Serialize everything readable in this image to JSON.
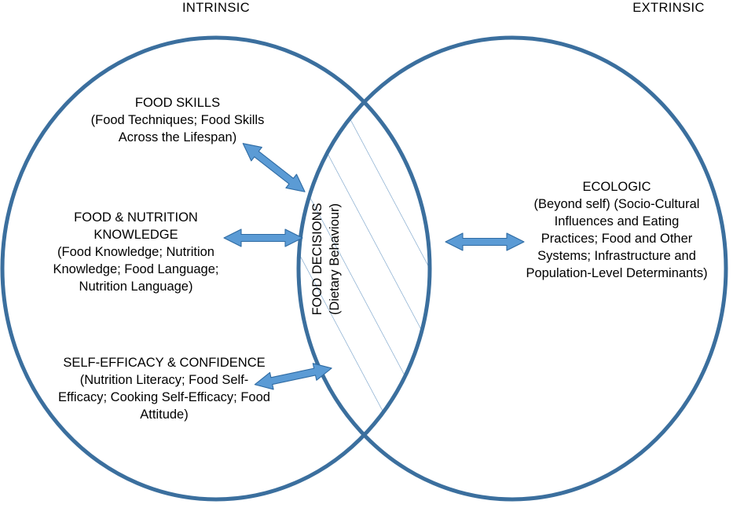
{
  "headers": {
    "left": "INTRINSIC",
    "right": "EXTRINSIC"
  },
  "colors": {
    "circle_stroke": "#3b6f9e",
    "hatch": "#6e9bc5",
    "arrow_fill": "#5b9bd5",
    "arrow_stroke": "#2f6ba3",
    "background": "#ffffff",
    "text": "#000000"
  },
  "left_circle": {
    "blocks": [
      {
        "title": "FOOD SKILLS",
        "detail": "(Food Techniques; Food Skills Across the Lifespan)"
      },
      {
        "title": "FOOD & NUTRITION KNOWLEDGE",
        "detail": "(Food Knowledge; Nutrition Knowledge; Food Language; Nutrition Language)"
      },
      {
        "title": "SELF-EFFICACY & CONFIDENCE",
        "detail": "(Nutrition Literacy; Food Self-Efficacy; Cooking Self-Efficacy; Food Attitude)"
      }
    ]
  },
  "right_circle": {
    "blocks": [
      {
        "title": "ECOLOGIC",
        "detail": "(Beyond self) (Socio-Cultural Influences and Eating Practices; Food and Other Systems; Infrastructure and Population-Level Determinants)"
      }
    ]
  },
  "intersection": {
    "title": "FOOD DECISIONS",
    "detail": "(Dietary Behaviour)",
    "fill_pattern": "diagonal-hatch"
  },
  "arrows": [
    {
      "name": "arrow-food-skills",
      "direction": "double",
      "angle_deg": 38
    },
    {
      "name": "arrow-food-knowledge",
      "direction": "double",
      "angle_deg": 0
    },
    {
      "name": "arrow-self-efficacy",
      "direction": "double",
      "angle_deg": -12
    },
    {
      "name": "arrow-ecologic",
      "direction": "double",
      "angle_deg": 0
    }
  ]
}
